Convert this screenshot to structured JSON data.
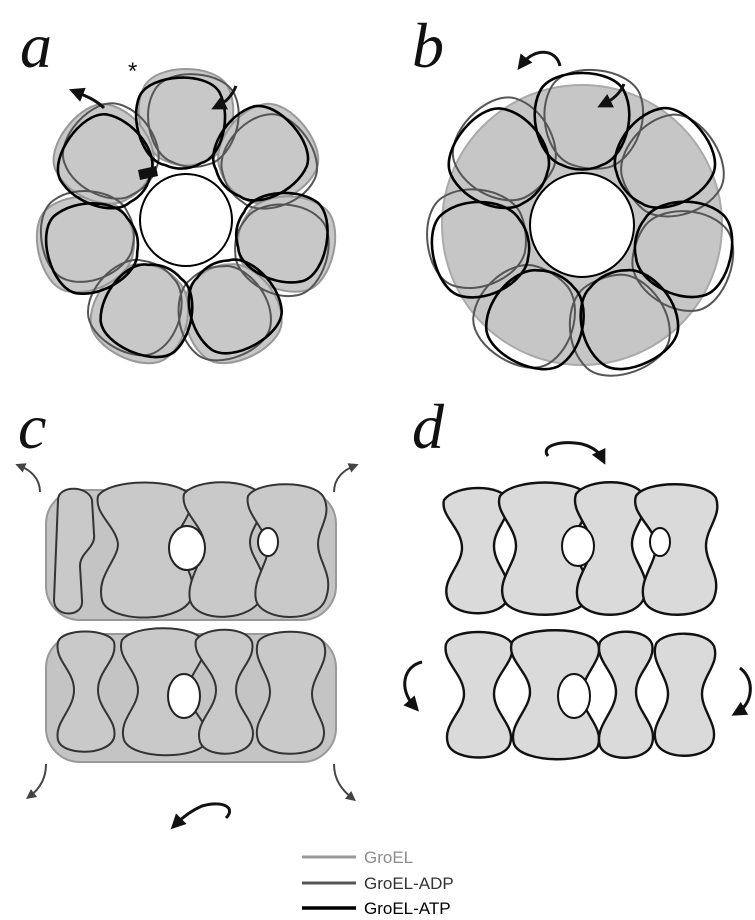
{
  "panels": {
    "a": {
      "label": "a",
      "marker": "*"
    },
    "b": {
      "label": "b"
    },
    "c": {
      "label": "c"
    },
    "d": {
      "label": "d"
    }
  },
  "legend": {
    "items": [
      {
        "label": "GroEL",
        "color": "#9a9a9a"
      },
      {
        "label": "GroEL-ADP",
        "color": "#555555"
      },
      {
        "label": "GroEL-ATP",
        "color": "#000000"
      }
    ]
  },
  "colors": {
    "fill_dark": "#c9c9c9",
    "fill_light": "#dcdcdc",
    "outline": "#111111"
  }
}
